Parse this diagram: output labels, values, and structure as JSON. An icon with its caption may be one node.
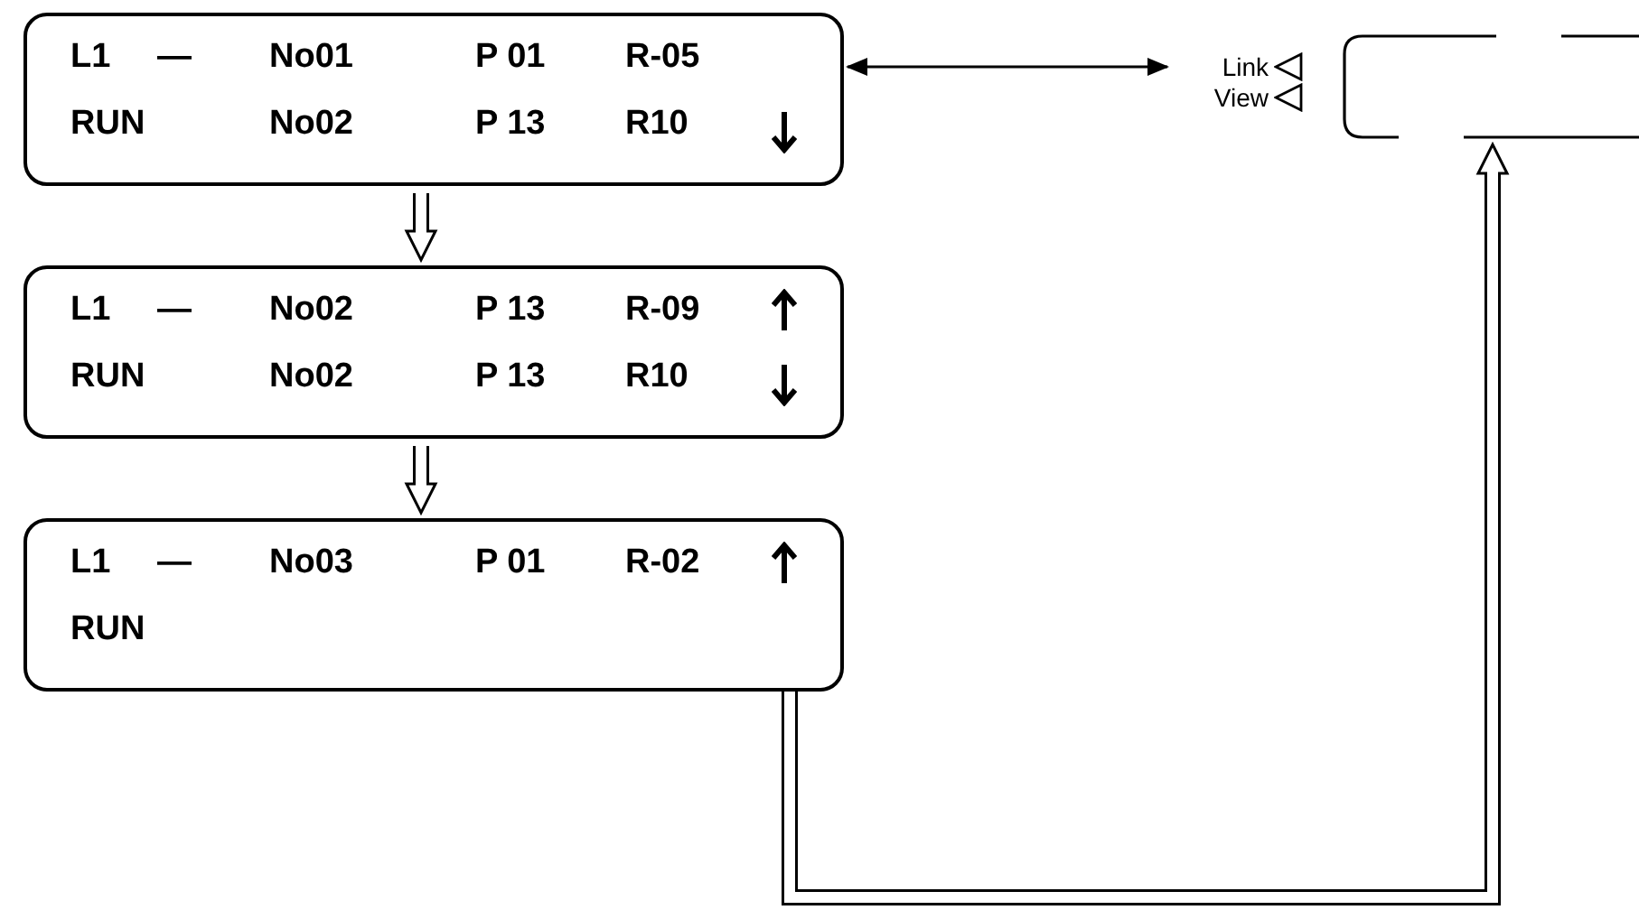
{
  "diagram": {
    "nodes": [
      {
        "text": [
          "L1",
          "—",
          "No01",
          "P 01",
          "R-05",
          "RUN",
          "No02",
          "P 13",
          "R10"
        ]
      },
      {
        "text": [
          "L1",
          "—",
          "No02",
          "P 13",
          "R-09",
          "RUN",
          "No02",
          "P 13",
          "R10"
        ]
      },
      {
        "text": [
          "L1",
          "—",
          "No03",
          "P 01",
          "R-02",
          "RUN"
        ]
      },
      {
        "text": [],
        "shape": "box",
        "beside": [
          "Link",
          "View"
        ]
      }
    ],
    "edges": [
      {
        "from": 0,
        "to": 1,
        "arrow": "to"
      },
      {
        "from": 1,
        "to": 2,
        "arrow": "to"
      },
      {
        "from": 0,
        "to": 3,
        "arrow": "both"
      },
      {
        "from": 2,
        "to": 3,
        "arrow": "to"
      }
    ]
  }
}
